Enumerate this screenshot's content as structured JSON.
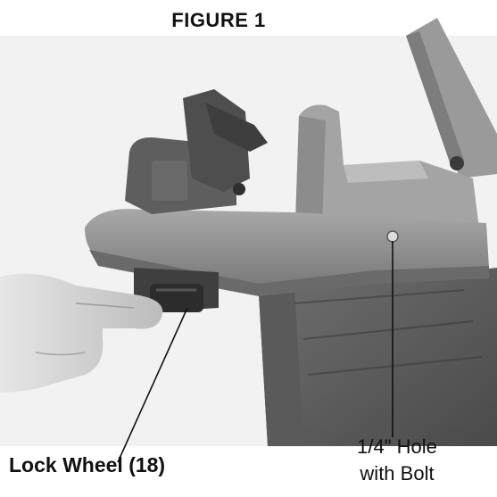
{
  "figure": {
    "title": "FIGURE 1"
  },
  "callouts": {
    "lock_wheel": "Lock Wheel (18)",
    "hole_line1": "1/4\" Hole",
    "hole_line2": "with Bolt"
  },
  "colors": {
    "photo_tone": "#8a8a8a",
    "background": "#ffffff",
    "text": "#111111"
  }
}
